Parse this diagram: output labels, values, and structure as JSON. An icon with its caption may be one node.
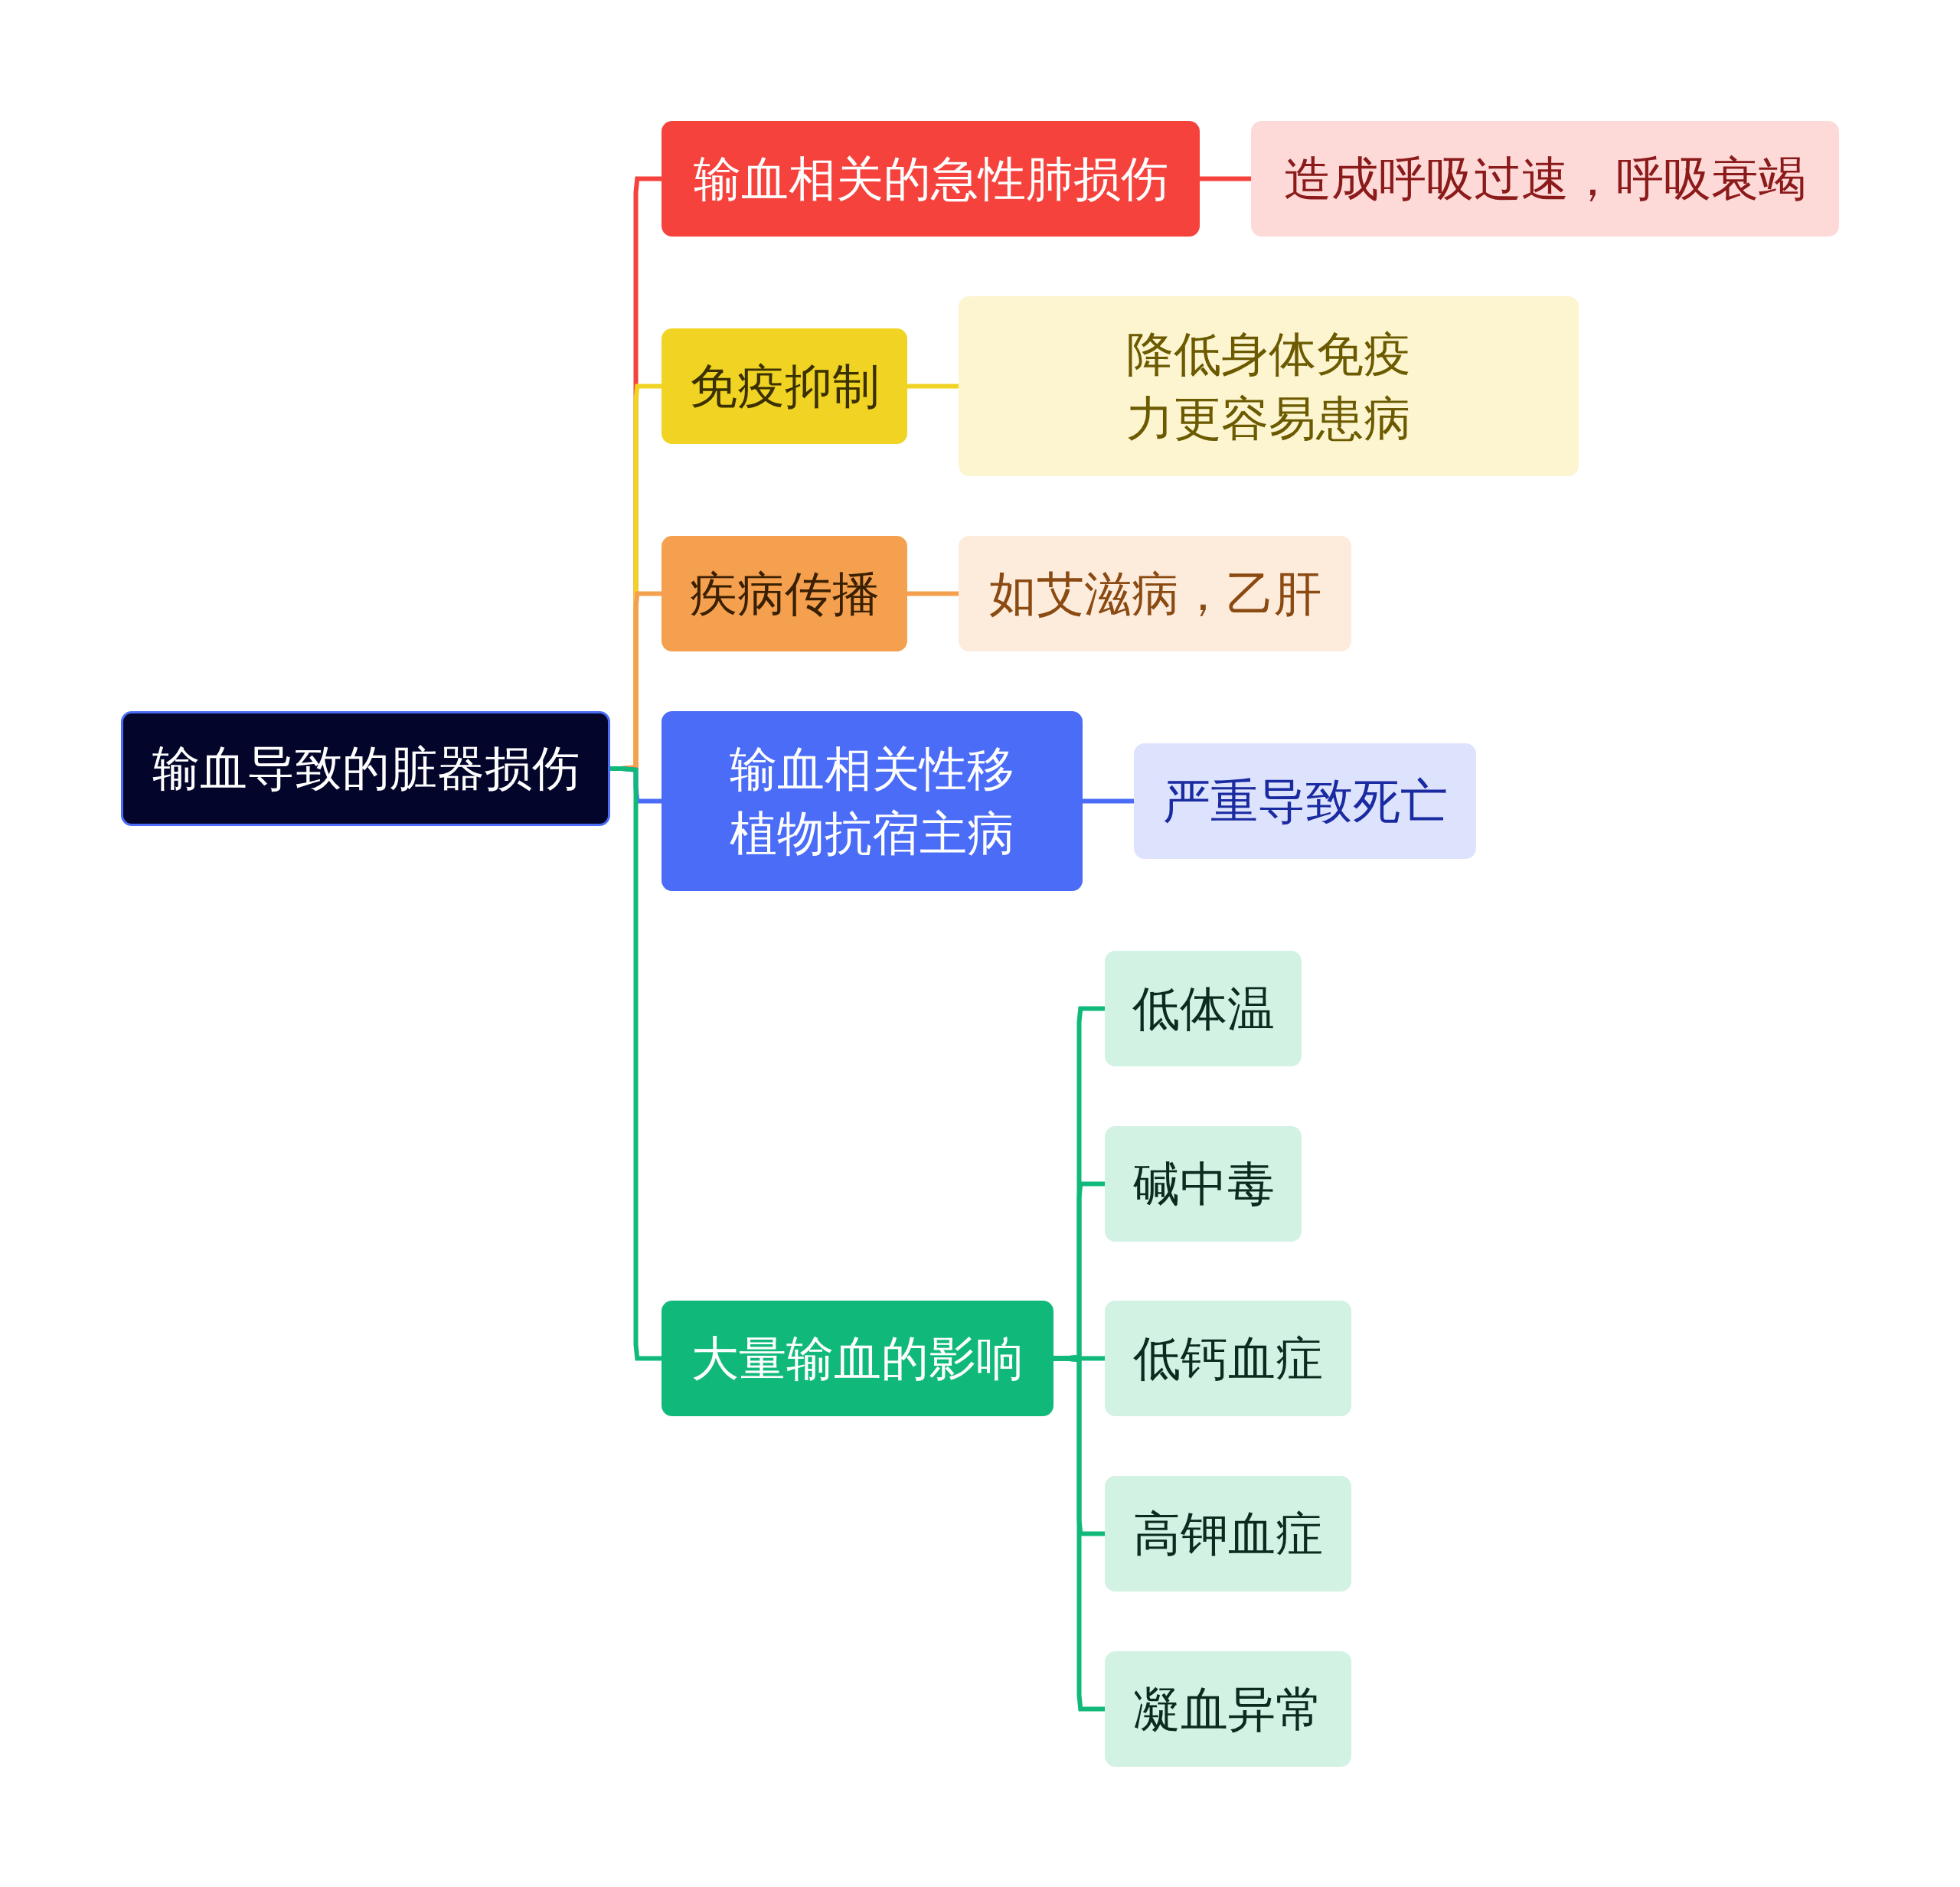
{
  "diagram": {
    "nodes": [
      {
        "text": [
          "输血导致的脏器损伤"
        ]
      },
      {
        "text": [
          "输血相关的急性肺损伤"
        ]
      },
      {
        "text": [
          "造成呼吸过速，呼吸衰竭"
        ]
      },
      {
        "text": [
          "免疫抑制"
        ]
      },
      {
        "text": [
          "降低身体免疫力更容易患病"
        ]
      },
      {
        "text": [
          "疾病传播"
        ]
      },
      {
        "text": [
          "如艾滋病，乙肝"
        ]
      },
      {
        "text": [
          "输血相关性移植物抗宿主病"
        ]
      },
      {
        "text": [
          "严重导致死亡"
        ]
      },
      {
        "text": [
          "大量输血的影响"
        ]
      },
      {
        "text": [
          "低体温"
        ]
      },
      {
        "text": [
          "碱中毒"
        ]
      },
      {
        "text": [
          "低钙血症"
        ]
      },
      {
        "text": [
          "高钾血症"
        ]
      },
      {
        "text": [
          "凝血异常"
        ]
      }
    ],
    "edges": [
      {
        "from": 0,
        "to": 1,
        "arrow": "none",
        "color": "#f5423c"
      },
      {
        "from": 0,
        "to": 3,
        "arrow": "none",
        "color": "#f0d323"
      },
      {
        "from": 0,
        "to": 5,
        "arrow": "none",
        "color": "#f5a04f"
      },
      {
        "from": 0,
        "to": 7,
        "arrow": "none",
        "color": "#4a6cf7"
      },
      {
        "from": 0,
        "to": 9,
        "arrow": "none",
        "color": "#10b97a"
      },
      {
        "from": 1,
        "to": 2,
        "arrow": "none",
        "color": "#f5423c"
      },
      {
        "from": 3,
        "to": 4,
        "arrow": "none",
        "color": "#f0d323"
      },
      {
        "from": 5,
        "to": 6,
        "arrow": "none",
        "color": "#f5a04f"
      },
      {
        "from": 7,
        "to": 8,
        "arrow": "none",
        "color": "#4a6cf7"
      },
      {
        "from": 9,
        "to": 10,
        "arrow": "none",
        "color": "#10b97a"
      },
      {
        "from": 9,
        "to": 11,
        "arrow": "none",
        "color": "#10b97a"
      },
      {
        "from": 9,
        "to": 12,
        "arrow": "none",
        "color": "#10b97a"
      },
      {
        "from": 9,
        "to": 13,
        "arrow": "none",
        "color": "#10b97a"
      },
      {
        "from": 9,
        "to": 14,
        "arrow": "none",
        "color": "#10b97a"
      }
    ]
  }
}
